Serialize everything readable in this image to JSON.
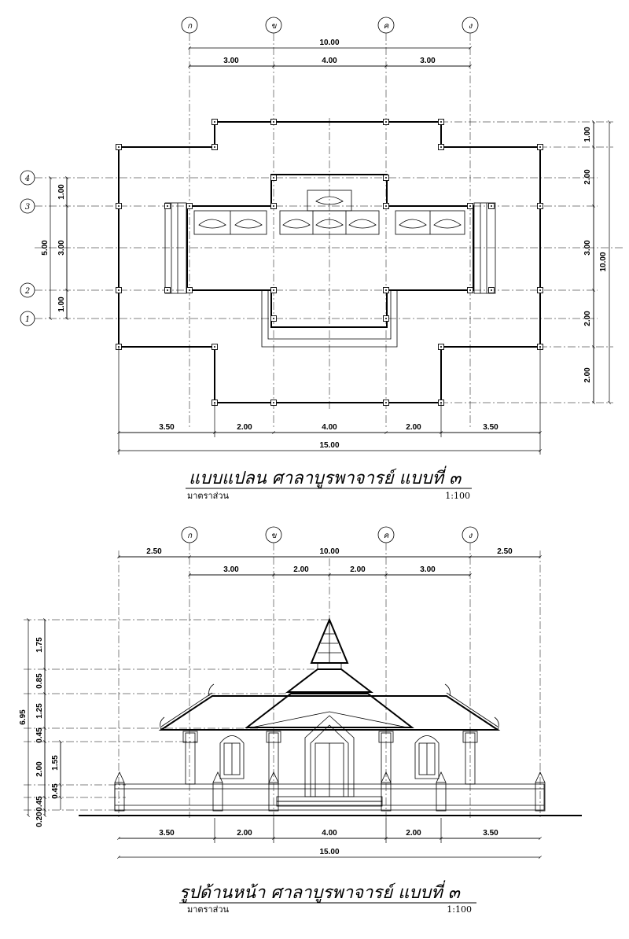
{
  "plan": {
    "grid_x": [
      "ก",
      "ข",
      "ค",
      "ง"
    ],
    "grid_y": [
      "4",
      "3",
      "2",
      "1"
    ],
    "top_total": "10.00",
    "top_segments": [
      "3.00",
      "4.00",
      "3.00"
    ],
    "bottom_segments": [
      "3.50",
      "2.00",
      "4.00",
      "2.00",
      "3.50"
    ],
    "bottom_total": "15.00",
    "right_segments": [
      "1.00",
      "2.00",
      "3.00",
      "2.00",
      "2.00"
    ],
    "right_total": "10.00",
    "left_segments": [
      "1.00",
      "3.00",
      "1.00"
    ],
    "left_total": "5.00",
    "title": "แบบแปลน ศาลาบูรพาจารย์ แบบที่ ๓",
    "scale_label": "มาตราส่วน",
    "scale": "1:100"
  },
  "elevation": {
    "grid_x": [
      "ก",
      "ข",
      "ค",
      "ง"
    ],
    "top_total": "10.00",
    "top_outer": [
      "2.50",
      "2.50"
    ],
    "top_segments": [
      "3.00",
      "2.00",
      "2.00",
      "3.00"
    ],
    "bottom_segments": [
      "3.50",
      "2.00",
      "4.00",
      "2.00",
      "3.50"
    ],
    "bottom_total": "15.00",
    "left_total": "6.95",
    "left_segments": [
      "1.75",
      "0.85",
      "1.25",
      "0.45",
      "2.00",
      "0.45",
      "0.20"
    ],
    "left_inner": [
      "1.55",
      "0.45"
    ],
    "title": "รูปด้านหน้า ศาลาบูรพาจารย์ แบบที่ ๓",
    "scale_label": "มาตราส่วน",
    "scale": "1:100"
  }
}
